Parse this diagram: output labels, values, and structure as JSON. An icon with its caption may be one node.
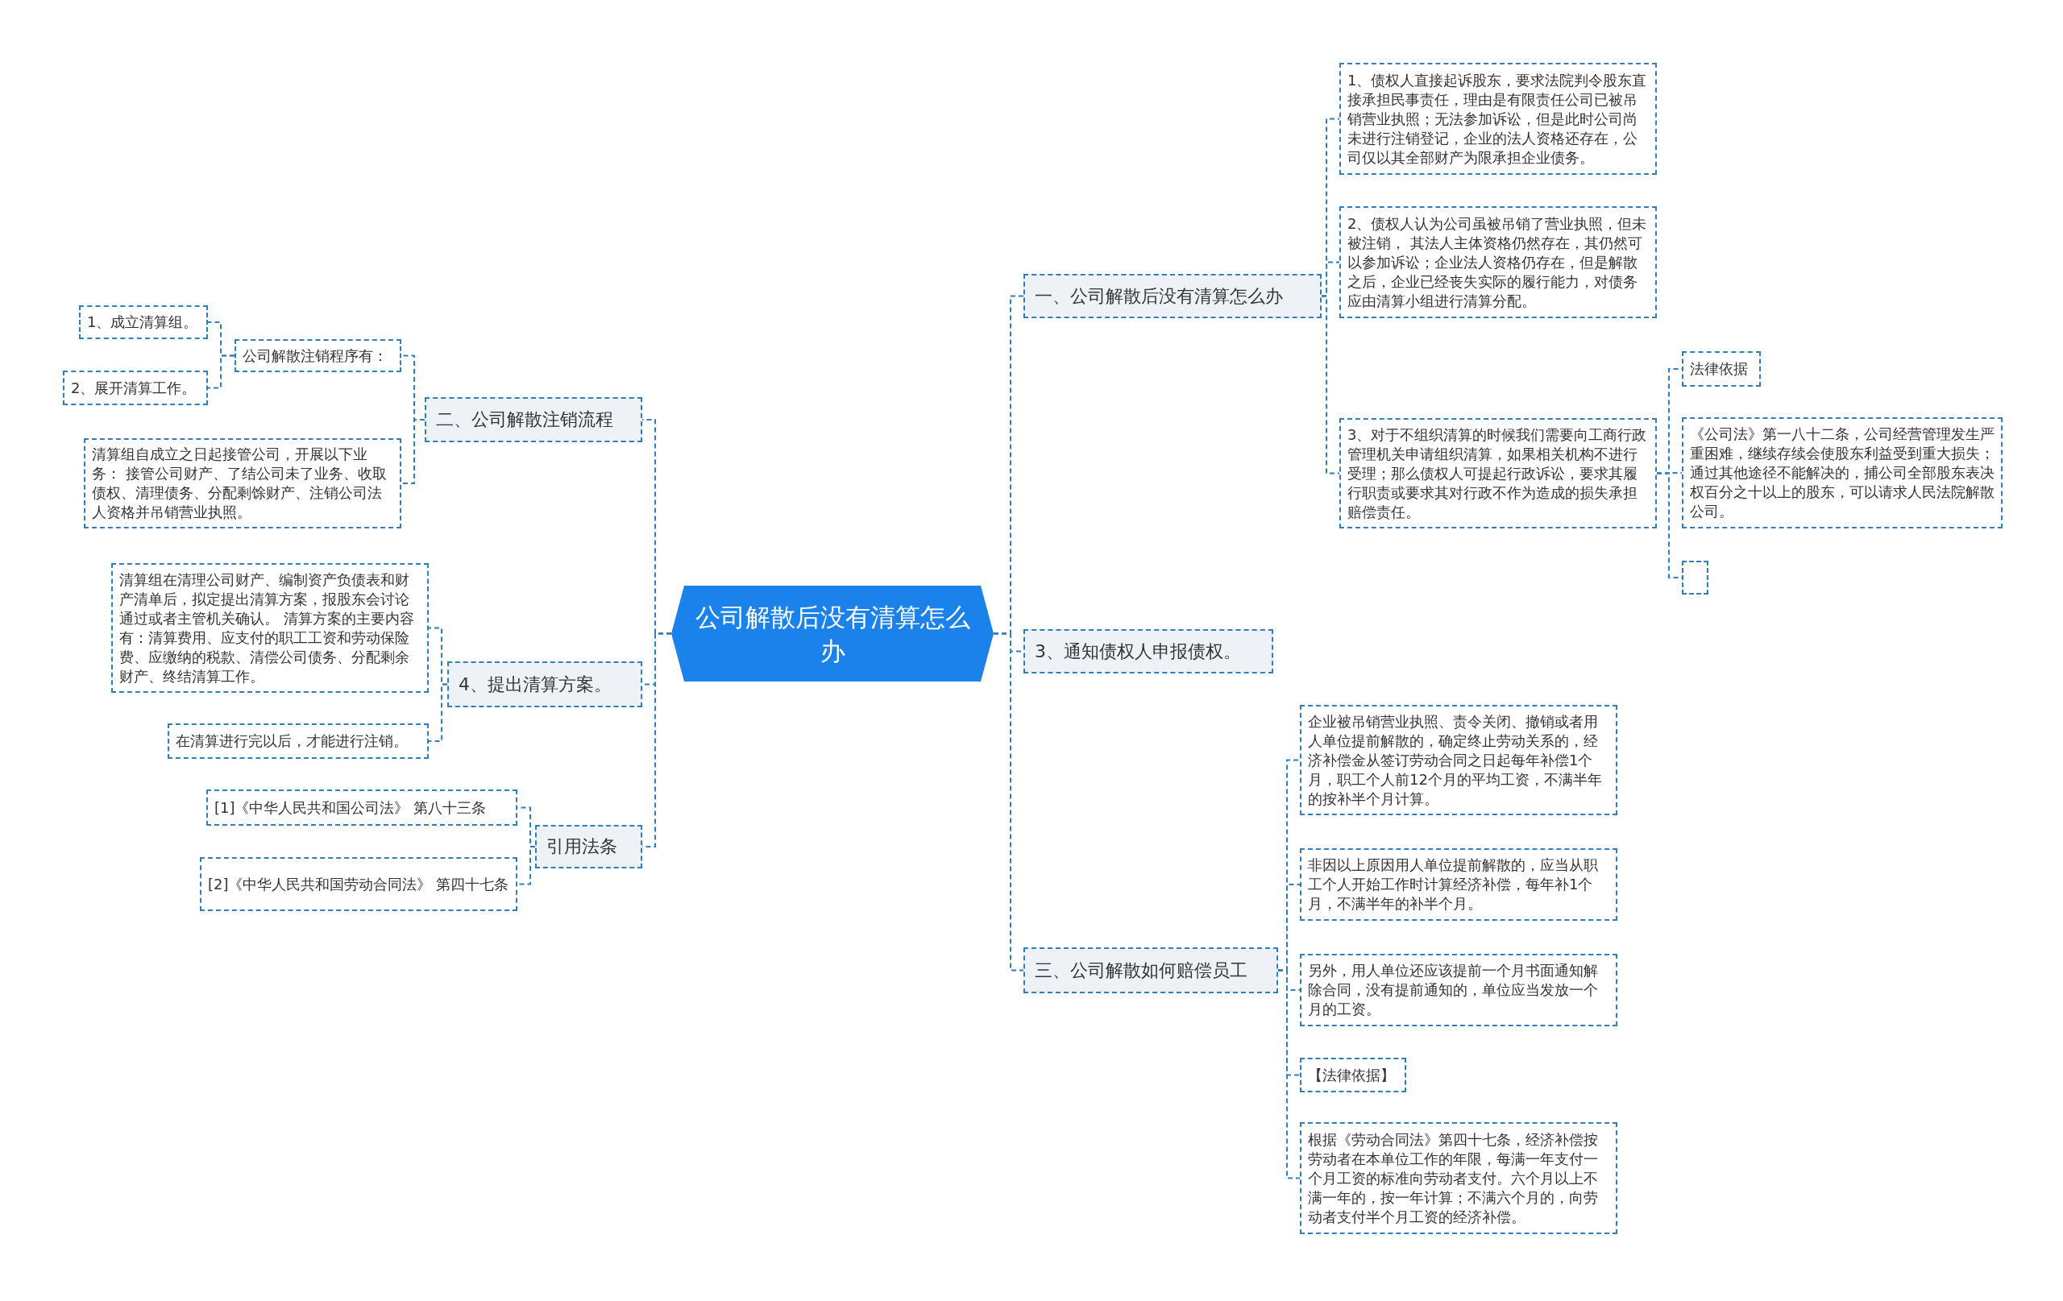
{
  "diagram": {
    "nodes": [
      {
        "text": [
          "公司解散后没有清算怎么办"
        ]
      },
      {
        "text": [
          "一、公司解散后没有清算怎么办"
        ]
      },
      {
        "text": [
          "1、债权人直接起诉股东，要求法院判令股东直接承担民事责任，理由是有限责任公司已被吊销营业执照；无法参加诉讼，但是此时公司尚未进行注销登记，企业的法人资格还存在，公司仅以其全部财产为限承担企业债务。"
        ]
      },
      {
        "text": [
          "2、债权人认为公司虽被吊销了营业执照，但未被注销， 其法人主体资格仍然存在，其仍然可以参加诉讼；企业法人资格仍存在，但是解散之后，企业已经丧失实际的履行能力，对债务应由清算小组进行清算分配。"
        ]
      },
      {
        "text": [
          "3、对于不组织清算的时候我们需要向工商行政管理机关申请组织清算，如果相关机构不进行受理；那么债权人可提起行政诉讼，要求其履行职责或要求其对行政不作为造成的损失承担赔偿责任。"
        ]
      },
      {
        "text": [
          "法律依据"
        ]
      },
      {
        "text": [
          "《公司法》第一八十二条，公司经营管理发生严重困难，继续存续会使股东利益受到重大损失；通过其他途径不能解决的，捕公司全部股东表决权百分之十以上的股东，可以请求人民法院解散公司。"
        ]
      },
      {
        "text": [],
        "shape": "box"
      },
      {
        "text": [
          "3、通知债权人申报债权。"
        ]
      },
      {
        "text": [
          "三、公司解散如何赔偿员工"
        ]
      },
      {
        "text": [
          "企业被吊销营业执照、责令关闭、撤销或者用人单位提前解散的，确定终止劳动关系的，经济补偿金从签订劳动合同之日起每年补偿1个月，职工个人前12个月的平均工资，不满半年的按补半个月计算。"
        ]
      },
      {
        "text": [
          "非因以上原因用人单位提前解散的，应当从职工个人开始工作时计算经济补偿，每年补1个月，不满半年的补半个月。"
        ]
      },
      {
        "text": [
          "另外，用人单位还应该提前一个月书面通知解除合同，没有提前通知的，单位应当发放一个月的工资。"
        ]
      },
      {
        "text": [
          "【法律依据】"
        ]
      },
      {
        "text": [
          "根据《劳动合同法》第四十七条，经济补偿按劳动者在本单位工作的年限，每满一年支付一个月工资的标准向劳动者支付。六个月以上不满一年的，按一年计算；不满六个月的，向劳动者支付半个月工资的经济补偿。"
        ]
      },
      {
        "text": [
          "二、公司解散注销流程"
        ]
      },
      {
        "text": [
          "公司解散注销程序有："
        ]
      },
      {
        "text": [
          "1、成立清算组。"
        ]
      },
      {
        "text": [
          "2、展开清算工作。"
        ]
      },
      {
        "text": [
          "清算组自成立之日起接管公司，开展以下业务： 接管公司财产、了结公司未了业务、收取债权、清理债务、分配剩馀财产、注销公司法人资格并吊销营业执照。"
        ]
      },
      {
        "text": [
          "4、提出清算方案。"
        ]
      },
      {
        "text": [
          "清算组在清理公司财产、编制资产负债表和财产清单后，拟定提出清算方案，报股东会讨论通过或者主管机关确认。 清算方案的主要内容有：清算费用、应支付的职工工资和劳动保险费、应缴纳的税款、清偿公司债务、分配剩余财产、终结清算工作。"
        ]
      },
      {
        "text": [
          "在清算进行完以后，才能进行注销。"
        ]
      },
      {
        "text": [
          "引用法条"
        ]
      },
      {
        "text": [
          "[1]《中华人民共和国公司法》 第八十三条"
        ]
      },
      {
        "text": [
          "[2]《中华人民共和国劳动合同法》 第四十七条"
        ]
      }
    ],
    "edges": [
      {
        "from": 0,
        "to": 1,
        "arrow": "none"
      },
      {
        "from": 1,
        "to": 2,
        "arrow": "none"
      },
      {
        "from": 1,
        "to": 3,
        "arrow": "none"
      },
      {
        "from": 1,
        "to": 4,
        "arrow": "none"
      },
      {
        "from": 4,
        "to": 5,
        "arrow": "none"
      },
      {
        "from": 4,
        "to": 6,
        "arrow": "none"
      },
      {
        "from": 4,
        "to": 7,
        "arrow": "none"
      },
      {
        "from": 0,
        "to": 8,
        "arrow": "none"
      },
      {
        "from": 0,
        "to": 9,
        "arrow": "none"
      },
      {
        "from": 9,
        "to": 10,
        "arrow": "none"
      },
      {
        "from": 9,
        "to": 11,
        "arrow": "none"
      },
      {
        "from": 9,
        "to": 12,
        "arrow": "none"
      },
      {
        "from": 9,
        "to": 13,
        "arrow": "none"
      },
      {
        "from": 9,
        "to": 14,
        "arrow": "none"
      },
      {
        "from": 0,
        "to": 15,
        "arrow": "none"
      },
      {
        "from": 15,
        "to": 16,
        "arrow": "none"
      },
      {
        "from": 16,
        "to": 17,
        "arrow": "none"
      },
      {
        "from": 16,
        "to": 18,
        "arrow": "none"
      },
      {
        "from": 15,
        "to": 19,
        "arrow": "none"
      },
      {
        "from": 0,
        "to": 20,
        "arrow": "none"
      },
      {
        "from": 20,
        "to": 21,
        "arrow": "none"
      },
      {
        "from": 20,
        "to": 22,
        "arrow": "none"
      },
      {
        "from": 0,
        "to": 23,
        "arrow": "none"
      },
      {
        "from": 23,
        "to": 24,
        "arrow": "none"
      },
      {
        "from": 23,
        "to": 25,
        "arrow": "none"
      }
    ]
  }
}
